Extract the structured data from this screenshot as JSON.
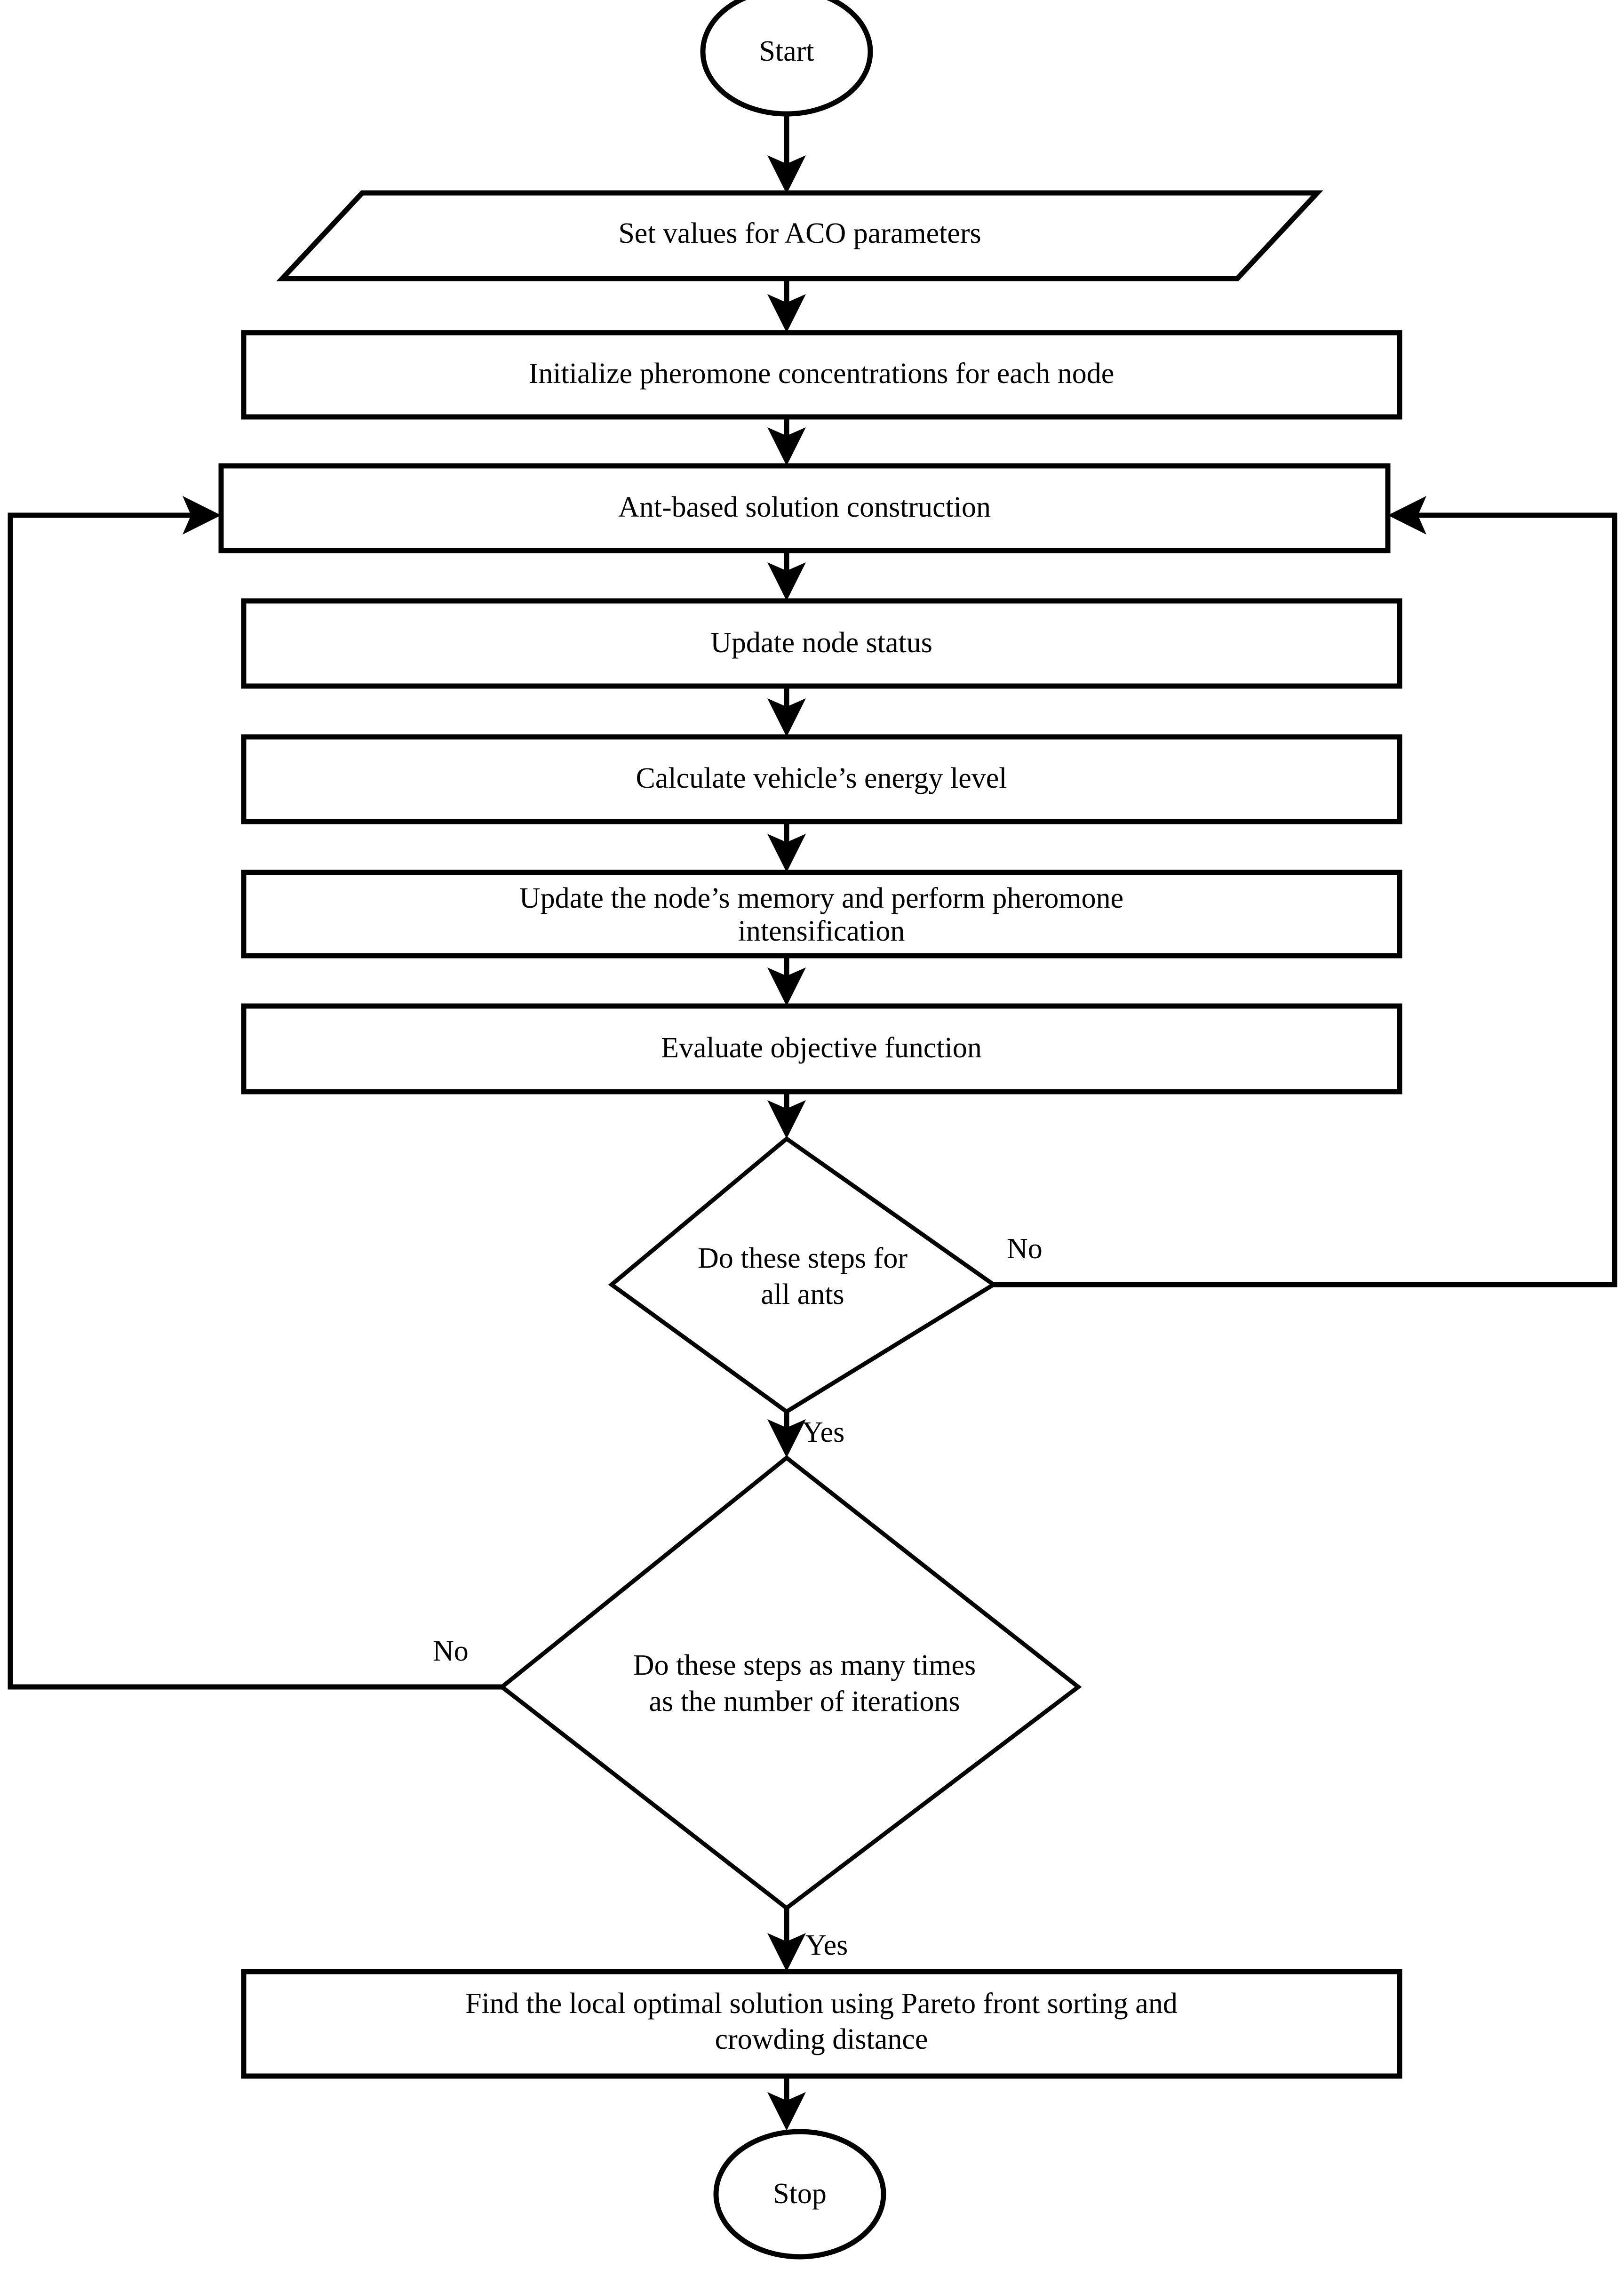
{
  "diagram": {
    "title": "ACO algorithm flowchart",
    "type": "flowchart",
    "colors": {
      "stroke": "#000000",
      "fill": "#ffffff",
      "text": "#000000"
    },
    "nodes": [
      {
        "id": "start",
        "shape": "ellipse",
        "label": "Start",
        "lines": [
          "Start"
        ]
      },
      {
        "id": "set-params",
        "shape": "parallelogram",
        "label": "Set values for ACO parameters",
        "lines": [
          "Set values for ACO parameters"
        ]
      },
      {
        "id": "init-pheromone",
        "shape": "rectangle",
        "label": "Initialize pheromone concentrations for each node",
        "lines": [
          "Initialize pheromone concentrations for each node"
        ]
      },
      {
        "id": "ant-construction",
        "shape": "rectangle",
        "label": "Ant-based solution construction",
        "lines": [
          "Ant-based solution construction"
        ]
      },
      {
        "id": "update-node-status",
        "shape": "rectangle",
        "label": "Update node status",
        "lines": [
          "Update node status"
        ]
      },
      {
        "id": "calc-energy",
        "shape": "rectangle",
        "label": "Calculate vehicle’s energy level",
        "lines": [
          "Calculate vehicle’s energy level"
        ]
      },
      {
        "id": "update-memory",
        "shape": "rectangle",
        "label": "Update the node’s memory and perform pheromone intensification",
        "lines": [
          "Update the node’s memory and perform pheromone",
          "intensification"
        ]
      },
      {
        "id": "evaluate-objective",
        "shape": "rectangle",
        "label": "Evaluate objective function",
        "lines": [
          "Evaluate objective function"
        ]
      },
      {
        "id": "decision-all-ants",
        "shape": "diamond",
        "label": "Do these steps for all ants",
        "lines": [
          "Do these steps for",
          "all ants"
        ]
      },
      {
        "id": "decision-iterations",
        "shape": "diamond",
        "label": "Do these steps as many times as the number of iterations",
        "lines": [
          "Do these steps as many times",
          "as the number of iterations"
        ]
      },
      {
        "id": "find-optimal",
        "shape": "rectangle",
        "label": "Find the local optimal solution using Pareto front sorting and crowding distance",
        "lines": [
          "Find the local optimal solution using Pareto front sorting and",
          "crowding distance"
        ]
      },
      {
        "id": "stop",
        "shape": "ellipse",
        "label": "Stop",
        "lines": [
          "Stop"
        ]
      }
    ],
    "edge_labels": {
      "all_ants_no": "No",
      "all_ants_yes": "Yes",
      "iterations_no": "No",
      "iterations_yes": "Yes"
    }
  }
}
